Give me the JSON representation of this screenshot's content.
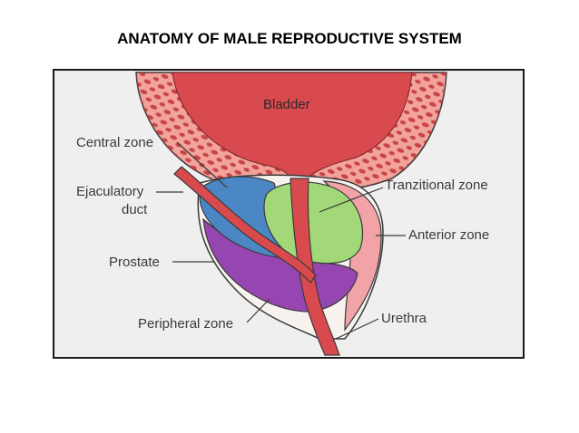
{
  "title": "ANATOMY OF MALE REPRODUCTIVE SYSTEM",
  "labels": {
    "bladder": "Bladder",
    "central_zone": "Central zone",
    "ejaculatory_duct_line1": "Ejaculatory",
    "ejaculatory_duct_line2": "duct",
    "prostate": "Prostate",
    "peripheral_zone": "Peripheral zone",
    "transitional_zone": "Tranzitional zone",
    "anterior_zone": "Anterior zone",
    "urethra": "Urethra"
  },
  "colors": {
    "background": "#efefef",
    "bladder_wall": "#f2a39b",
    "bladder_inner": "#d94a4f",
    "wall_dots": "#c23a3e",
    "central_zone": "#4a87c4",
    "transitional_zone": "#a2d878",
    "peripheral_zone": "#9646b0",
    "anterior_zone": "#f2a3a8",
    "prostate_capsule": "#f7f2ee",
    "urethra": "#d94a4f",
    "label_text": "#3a3a3a"
  }
}
